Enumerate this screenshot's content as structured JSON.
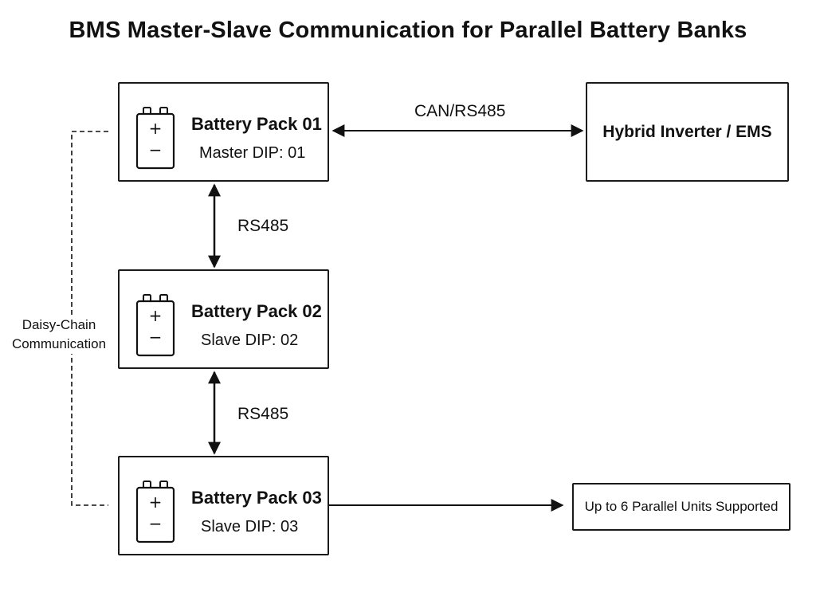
{
  "title": "BMS Master-Slave Communication for Parallel Battery Banks",
  "packs": [
    {
      "name": "Battery Pack 01",
      "dip": "Master DIP: 01"
    },
    {
      "name": "Battery Pack 02",
      "dip": "Slave DIP: 02"
    },
    {
      "name": "Battery Pack 03",
      "dip": "Slave DIP: 03"
    }
  ],
  "battery_icon": {
    "plus": "+",
    "minus": "−"
  },
  "inverter": {
    "label": "Hybrid Inverter / EMS"
  },
  "links": {
    "can": "CAN/RS485",
    "rs485_1": "RS485",
    "rs485_2": "RS485"
  },
  "daisy_chain": {
    "line1": "Daisy-Chain",
    "line2": "Communication"
  },
  "note": {
    "label": "Up to 6 Parallel Units Supported"
  }
}
